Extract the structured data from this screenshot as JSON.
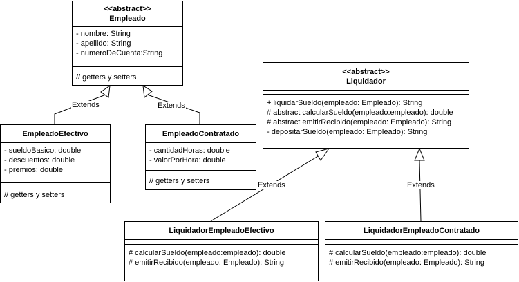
{
  "classes": {
    "empleado": {
      "stereotype": "<<abstract>>",
      "name": "Empleado",
      "attributes": [
        "- nombre: String",
        "- apellido: String",
        "- numeroDeCuenta:String"
      ],
      "methods": [
        "// getters y setters"
      ]
    },
    "empleado_efectivo": {
      "name": "EmpleadoEfectivo",
      "attributes": [
        "- sueldoBasico: double",
        "- descuentos: double",
        "- premios: double"
      ],
      "methods": [
        "// getters y setters"
      ]
    },
    "empleado_contratado": {
      "name": "EmpleadoContratado",
      "attributes": [
        "- cantidadHoras: double",
        "- valorPorHora: double"
      ],
      "methods": [
        "// getters y setters"
      ]
    },
    "liquidador": {
      "stereotype": "<<abstract>>",
      "name": "Liquidador",
      "methods": [
        "+ liquidarSueldo(empleado: Empleado): String",
        "# abstract calcularSueldo(empleado:empleado): double",
        "# abstract emitirRecibido(empleado: Empleado): String",
        "- depositarSueldo(empleado: Empleado): String"
      ]
    },
    "liquidador_efectivo": {
      "name": "LiquidadorEmpleadoEfectivo",
      "methods": [
        "# calcularSueldo(empleado:empleado): double",
        "# emitirRecibido(empleado: Empleado): String"
      ]
    },
    "liquidador_contratado": {
      "name": "LiquidadorEmpleadoContratado",
      "methods": [
        "# calcularSueldo(empleado:empleado): double",
        "# emitirRecibido(empleado: Empleado): String"
      ]
    }
  },
  "relations": {
    "label": "Extends"
  }
}
